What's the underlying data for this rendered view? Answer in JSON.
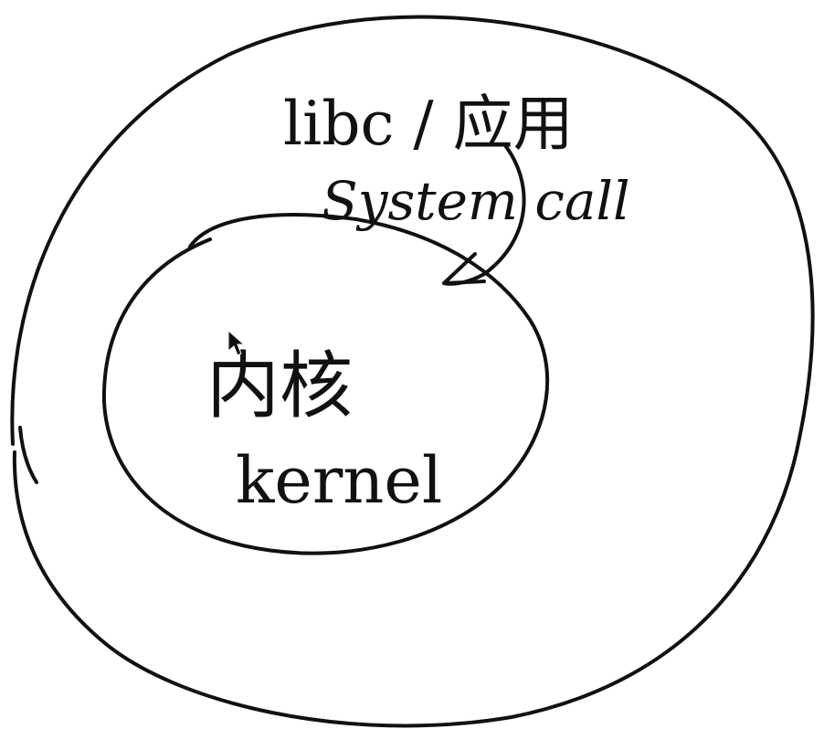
{
  "diagram": {
    "outer_label": "libc / 应用",
    "call_label": "System call",
    "inner_label_cn": "内核",
    "inner_label_en": "kernel"
  },
  "colors": {
    "ink": "#111111",
    "background": "#ffffff"
  }
}
